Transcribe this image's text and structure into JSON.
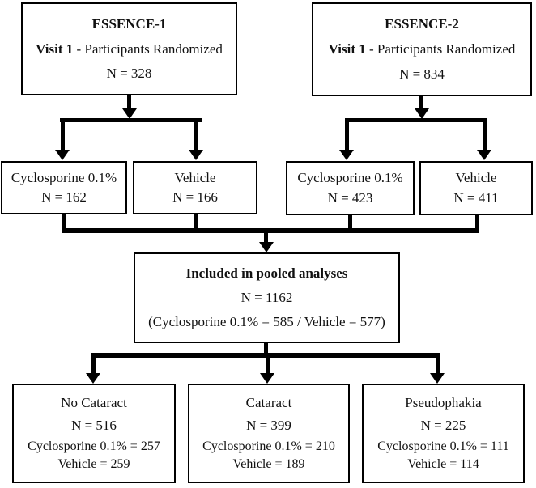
{
  "figure": {
    "type": "participant-flow-diagram",
    "background": "#ffffff",
    "line_color": "#000000",
    "text_color": "#111111"
  },
  "boxes": {
    "essence1": {
      "title": "ESSENCE-1",
      "visit_bold": "Visit 1",
      "visit_rest": " - Participants Randomized",
      "n": "N = 328"
    },
    "essence2": {
      "title": "ESSENCE-2",
      "visit_bold": "Visit 1",
      "visit_rest": " - Participants Randomized",
      "n": "N = 834"
    },
    "e1_cyclosporine": {
      "title": "Cyclosporine 0.1%",
      "n": "N = 162"
    },
    "e1_vehicle": {
      "title": "Vehicle",
      "n": "N = 166"
    },
    "e2_cyclosporine": {
      "title": "Cyclosporine 0.1%",
      "n": "N = 423"
    },
    "e2_vehicle": {
      "title": "Vehicle",
      "n": "N = 411"
    },
    "pooled": {
      "title": "Included in pooled analyses",
      "n": "N = 1162",
      "breakdown": "(Cyclosporine 0.1% = 585 / Vehicle = 577)"
    },
    "no_cataract": {
      "title": "No Cataract",
      "n": "N = 516",
      "cyclosporine": "Cyclosporine 0.1% = 257",
      "vehicle": "Vehicle = 259"
    },
    "cataract": {
      "title": "Cataract",
      "n": "N = 399",
      "cyclosporine": "Cyclosporine 0.1% = 210",
      "vehicle": "Vehicle = 189"
    },
    "pseudophakia": {
      "title": "Pseudophakia",
      "n": "N = 225",
      "cyclosporine": "Cyclosporine 0.1% = 111",
      "vehicle": "Vehicle = 114"
    }
  }
}
